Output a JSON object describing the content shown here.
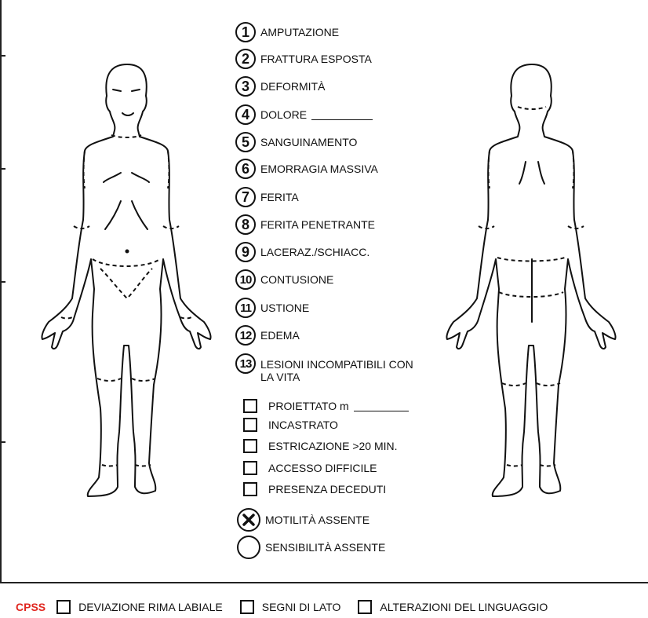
{
  "legend": [
    {
      "num": "1",
      "label": "AMPUTAZIONE"
    },
    {
      "num": "2",
      "label": "FRATTURA ESPOSTA"
    },
    {
      "num": "3",
      "label": "DEFORMITÀ"
    },
    {
      "num": "4",
      "label": "DOLORE"
    },
    {
      "num": "5",
      "label": "SANGUINAMENTO"
    },
    {
      "num": "6",
      "label": "EMORRAGIA MASSIVA"
    },
    {
      "num": "7",
      "label": "FERITA"
    },
    {
      "num": "8",
      "label": "FERITA PENETRANTE"
    },
    {
      "num": "9",
      "label": "LACERAZ./SCHIACC."
    },
    {
      "num": "10",
      "label": "CONTUSIONE"
    },
    {
      "num": "11",
      "label": "USTIONE"
    },
    {
      "num": "12",
      "label": "EDEMA"
    },
    {
      "num": "13",
      "label": "LESIONI INCOMPATIBILI CON LA VITA"
    }
  ],
  "checkboxes": [
    {
      "label": "PROIETTATO m"
    },
    {
      "label": "INCASTRATO"
    },
    {
      "label": "ESTRICAZIONE >20 MIN."
    },
    {
      "label": "ACCESSO DIFFICILE"
    },
    {
      "label": "PRESENZA DECEDUTI"
    }
  ],
  "status": [
    {
      "label": "MOTILITÀ ASSENTE",
      "checked": true
    },
    {
      "label": "SENSIBILITÀ ASSENTE",
      "checked": false
    }
  ],
  "footer": {
    "title": "CPSS",
    "options": [
      "DEVIAZIONE RIMA LABIALE",
      "SEGNI DI LATO",
      "ALTERAZIONI DEL LINGUAGGIO"
    ]
  },
  "colors": {
    "accent": "#e0261f",
    "ink": "#111111"
  }
}
